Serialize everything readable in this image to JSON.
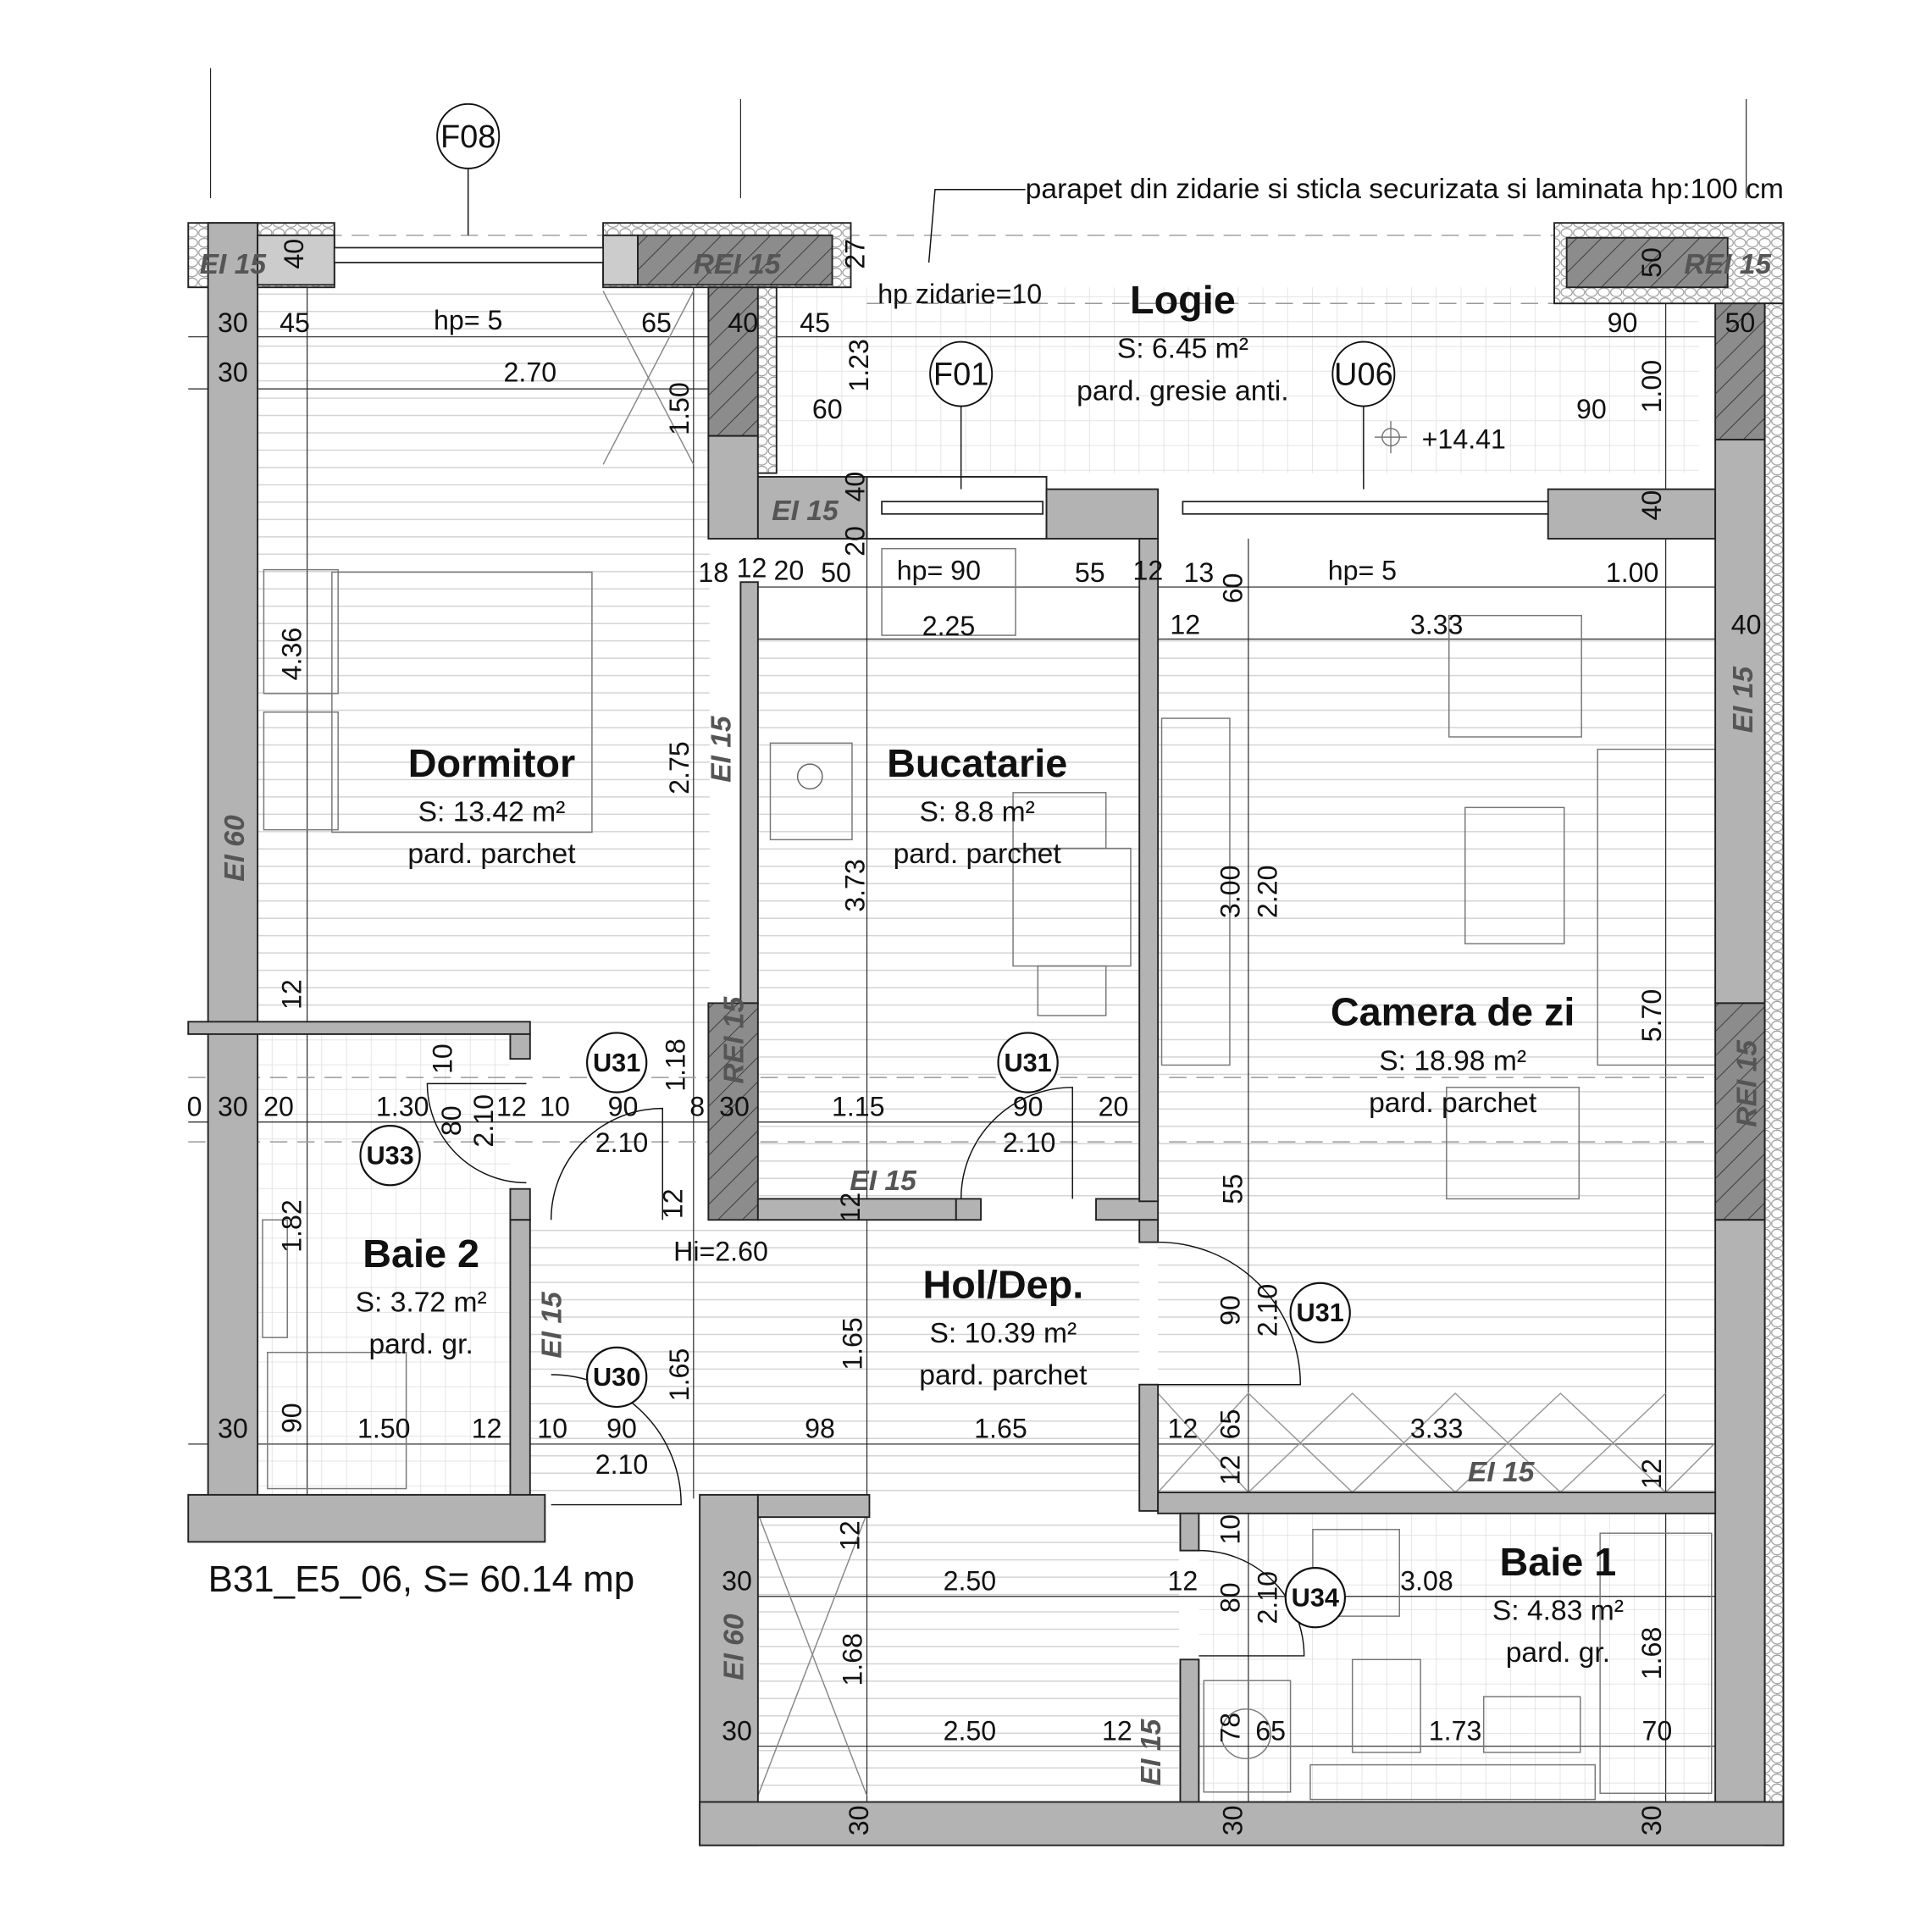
{
  "title": "B31_E5_06, S= 60.14 mp",
  "note": "parapet din zidarie si sticla securizata si laminata  hp:100 cm",
  "colors": {
    "wall": "#b3b3b3",
    "wall_dark": "#8c8c8c",
    "line": "#111111",
    "floor_line": "#d2d2d2"
  },
  "rooms": [
    {
      "name": "Dormitor",
      "area": "S: 13.42 m²",
      "floor": "pard. parchet"
    },
    {
      "name": "Bucatarie",
      "area": "S: 8.8 m²",
      "floor": "pard. parchet"
    },
    {
      "name": "Logie",
      "area": "S: 6.45 m²",
      "floor": "pard. gresie anti."
    },
    {
      "name": "Camera de zi",
      "area": "S: 18.98 m²",
      "floor": "pard. parchet"
    },
    {
      "name": "Baie 2",
      "area": "S: 3.72 m²",
      "floor": "pard. gr."
    },
    {
      "name": "Hol/Dep.",
      "area": "S: 10.39 m²",
      "floor": "pard. parchet"
    },
    {
      "name": "Baie 1",
      "area": "S: 4.83 m²",
      "floor": "pard. gr."
    }
  ],
  "tags": [
    "F08",
    "F01",
    "U06",
    "U31",
    "U31",
    "U33",
    "U31",
    "U30",
    "U34"
  ],
  "fire_ratings": [
    "EI 15",
    "REI 15",
    "REI 15",
    "EI 15",
    "EI 60",
    "EI 15",
    "REI 15",
    "EI 15",
    "EI 15",
    "REI 15",
    "EI 15",
    "EI 15",
    "EI 60",
    "EI 15"
  ],
  "dims": [
    "40",
    "30",
    "45",
    "hp= 5",
    "65",
    "40",
    "45",
    "30",
    "2.70",
    "1.50",
    "27",
    "1.23",
    "60",
    "40",
    "20",
    "hp zidarie=10",
    "90",
    "50",
    "50",
    "1.00",
    "90",
    "40",
    "+14.41",
    "18",
    "12",
    "20",
    "50",
    "hp= 90",
    "55",
    "12",
    "13",
    "60",
    "hp= 5",
    "1.00",
    "2.25",
    "12",
    "3.33",
    "40",
    "4.36",
    "2.75",
    "3.73",
    "3.00",
    "2.20",
    "5.70",
    "12",
    "10",
    "1.18",
    "0",
    "30",
    "20",
    "1.30",
    "80",
    "2.10",
    "12",
    "10",
    "90",
    "8",
    "30",
    "1.15",
    "90",
    "20",
    "2.10",
    "2.10",
    "12",
    "12",
    "55",
    "1.82",
    "Hi=2.60",
    "90",
    "2.10",
    "1.65",
    "1.65",
    "30",
    "90",
    "1.50",
    "12",
    "10",
    "90",
    "98",
    "1.65",
    "12",
    "65",
    "3.33",
    "2.10",
    "12",
    "12",
    "12",
    "10",
    "30",
    "2.50",
    "12",
    "80",
    "2.10",
    "3.08",
    "1.68",
    "1.68",
    "30",
    "2.50",
    "12",
    "78",
    "65",
    "1.73",
    "70",
    "30",
    "30",
    "30"
  ]
}
